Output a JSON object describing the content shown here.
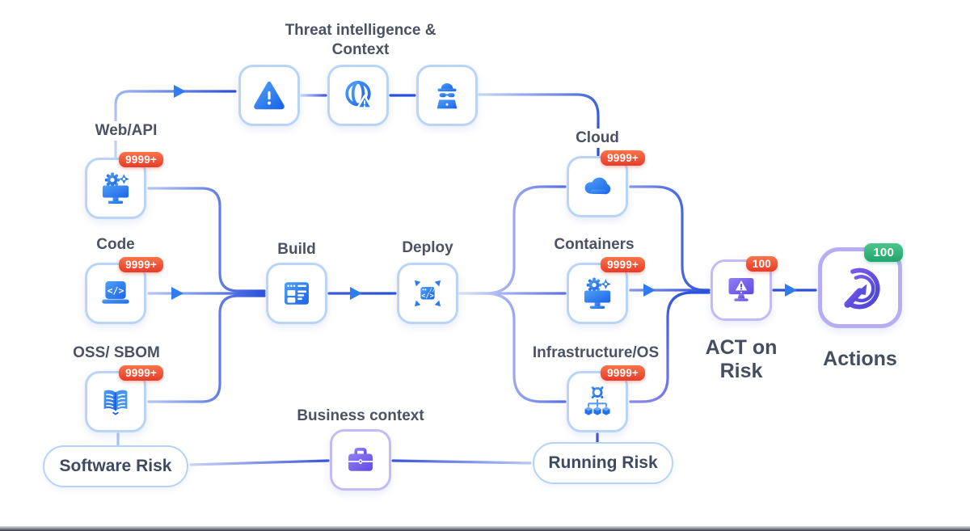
{
  "diagram": {
    "threat_group": {
      "title_line1": "Threat intelligence &",
      "title_line2": "Context"
    },
    "nodes": {
      "threat_warning": {
        "icon": "warning-triangle-icon"
      },
      "threat_globe": {
        "icon": "globe-alert-icon"
      },
      "threat_spy": {
        "icon": "hacker-icon"
      },
      "webapi": {
        "label": "Web/API",
        "badge": "9999+",
        "icon": "monitor-gears-icon"
      },
      "code": {
        "label": "Code",
        "badge": "9999+",
        "icon": "code-laptop-icon"
      },
      "oss": {
        "label": "OSS/ SBOM",
        "badge": "9999+",
        "icon": "open-book-icon"
      },
      "build": {
        "label": "Build",
        "icon": "browser-window-icon"
      },
      "deploy": {
        "label": "Deploy",
        "icon": "deploy-window-icon"
      },
      "cloud": {
        "label": "Cloud",
        "badge": "9999+",
        "icon": "cloud-icon"
      },
      "containers": {
        "label": "Containers",
        "badge": "9999+",
        "icon": "monitor-gears-icon"
      },
      "infra": {
        "label": "Infrastructure/OS",
        "badge": "9999+",
        "icon": "gear-nodes-icon"
      },
      "business": {
        "label": "Business context",
        "icon": "briefcase-icon"
      },
      "act": {
        "label_line1": "ACT on",
        "label_line2": "Risk",
        "badge": "100",
        "icon": "monitor-alert-icon"
      },
      "actions": {
        "label": "Actions",
        "badge": "100",
        "icon": "click-circle-icon"
      }
    },
    "pills": {
      "software_risk": {
        "label": "Software Risk"
      },
      "running_risk": {
        "label": "Running Risk"
      }
    },
    "colors": {
      "badge_red": "#e83b2a",
      "badge_green": "#23a36d",
      "node_border_blue": "#b9d4f7",
      "node_border_purple": "#c4baf5",
      "icon_blue": "#2470ee",
      "icon_purple": "#6148e2",
      "wire_blue": "#2b50d9",
      "label_text": "#4a5263"
    }
  }
}
